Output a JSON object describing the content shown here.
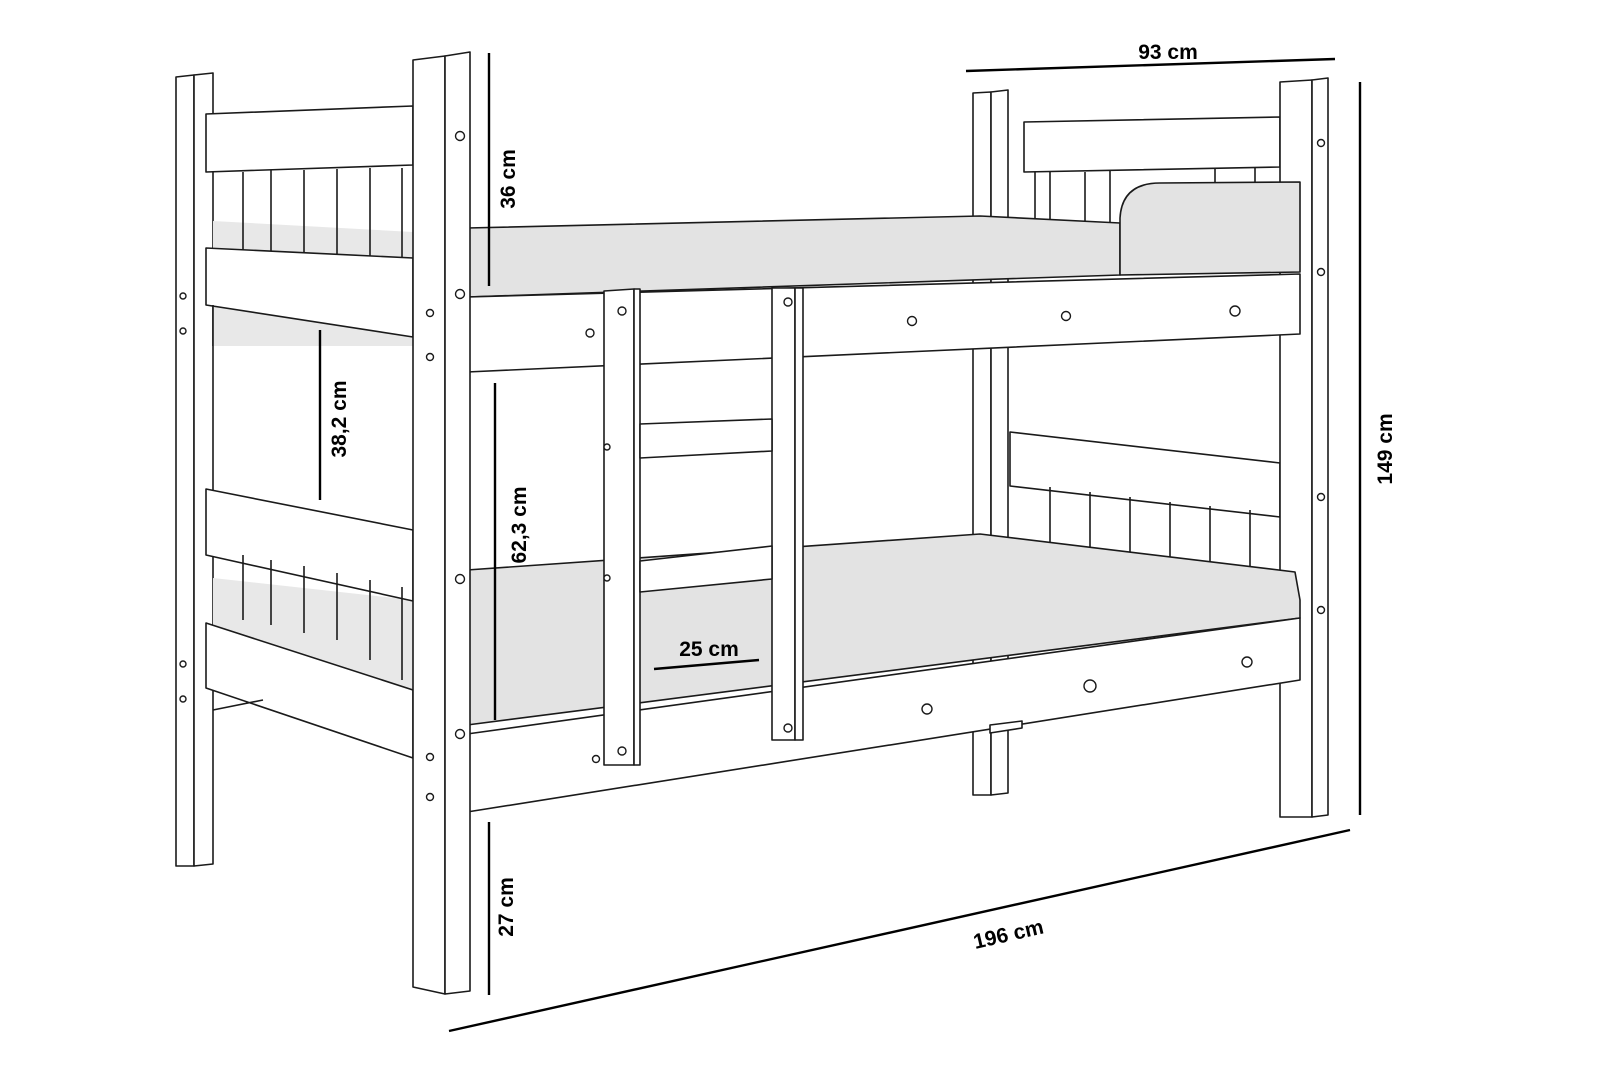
{
  "dimensions": {
    "width": "93 cm",
    "top_guard_height": "36 cm",
    "lower_guard_height": "38,2 cm",
    "clearance_between_beds": "62,3 cm",
    "total_height": "149 cm",
    "ladder_width": "25 cm",
    "floor_clearance": "27 cm",
    "length": "196 cm"
  }
}
